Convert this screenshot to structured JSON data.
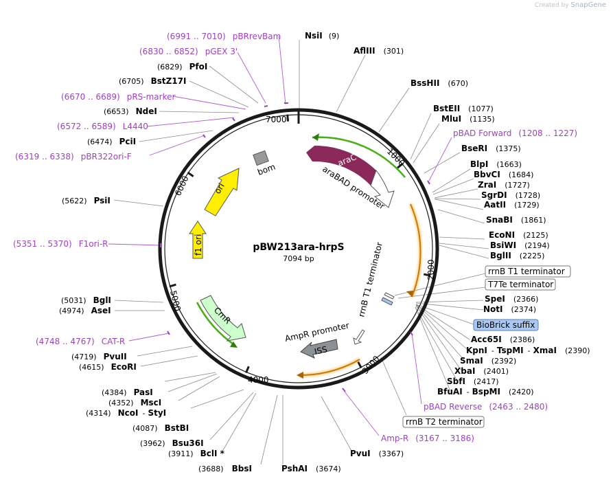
{
  "brand": {
    "created_by": "Created by",
    "product": "SnapGene"
  },
  "plasmid": {
    "name": "pBW213ara-hrpS",
    "size_label": "7094 bp"
  },
  "ticks": [
    "1000",
    "2000",
    "3000",
    "4000",
    "5000",
    "6000",
    "7000"
  ],
  "sites": [
    {
      "name": "NsiI",
      "pos": "(9)"
    },
    {
      "name": "AflIII",
      "pos": "(301)"
    },
    {
      "name": "BssHII",
      "pos": "(670)"
    },
    {
      "name": "BstEII",
      "pos": "(1077)"
    },
    {
      "name": "MluI",
      "pos": "(1135)"
    },
    {
      "name": "BseRI",
      "pos": "(1375)"
    },
    {
      "name": "BlpI",
      "pos": "(1663)"
    },
    {
      "name": "BbvCI",
      "pos": "(1684)"
    },
    {
      "name": "ZraI",
      "pos": "(1727)"
    },
    {
      "name": "SgrDI",
      "pos": "(1728)"
    },
    {
      "name": "AatII",
      "pos": "(1729)"
    },
    {
      "name": "SnaBI",
      "pos": "(1861)"
    },
    {
      "name": "EcoNI",
      "pos": "(2125)"
    },
    {
      "name": "BsiWI",
      "pos": "(2194)"
    },
    {
      "name": "BglII",
      "pos": "(2225)"
    },
    {
      "name": "SpeI",
      "pos": "(2366)"
    },
    {
      "name": "NotI",
      "pos": "(2374)"
    },
    {
      "name": "Acc65I",
      "pos": "(2386)"
    },
    {
      "name": "KpnI",
      "pos": ""
    },
    {
      "name": "TspMI",
      "pos": ""
    },
    {
      "name": "XmaI",
      "pos": "(2390)"
    },
    {
      "name": "SmaI",
      "pos": "(2392)"
    },
    {
      "name": "XbaI",
      "pos": "(2401)"
    },
    {
      "name": "SbfI",
      "pos": "(2417)"
    },
    {
      "name": "BfuAI",
      "pos": ""
    },
    {
      "name": "BspMI",
      "pos": "(2420)"
    },
    {
      "name": "PvuI",
      "pos": "(3367)"
    },
    {
      "name": "PshAI",
      "pos": "(3674)"
    },
    {
      "name": "BbsI",
      "pos": "(3688)"
    },
    {
      "name": "BclI *",
      "pos": "(3911)"
    },
    {
      "name": "Bsu36I",
      "pos": "(3962)"
    },
    {
      "name": "BstBI",
      "pos": "(4087)"
    },
    {
      "name": "NcoI",
      "pos": "(4314)"
    },
    {
      "name": "StyI",
      "pos": ""
    },
    {
      "name": "MscI",
      "pos": "(4352)"
    },
    {
      "name": "PasI",
      "pos": "(4384)"
    },
    {
      "name": "EcoRI",
      "pos": "(4615)"
    },
    {
      "name": "PvuII",
      "pos": "(4719)"
    },
    {
      "name": "AseI",
      "pos": "(4974)"
    },
    {
      "name": "BglI",
      "pos": "(5031)"
    },
    {
      "name": "PsiI",
      "pos": "(5622)"
    },
    {
      "name": "PciI",
      "pos": "(6474)"
    },
    {
      "name": "NdeI",
      "pos": "(6653)"
    },
    {
      "name": "BstZ17I",
      "pos": "(6705)"
    },
    {
      "name": "PfoI",
      "pos": "(6829)"
    }
  ],
  "primers": [
    {
      "range": "(6991 .. 7010)",
      "name": "pBRrevBam"
    },
    {
      "range": "(6830 .. 6852)",
      "name": "pGEX 3'"
    },
    {
      "range": "(6670 .. 6689)",
      "name": "pRS-marker"
    },
    {
      "range": "(6572 .. 6589)",
      "name": "L4440"
    },
    {
      "range": "(6319 .. 6338)",
      "name": "pBR322ori-F"
    },
    {
      "range": "(5351 .. 5370)",
      "name": "F1ori-R"
    },
    {
      "range": "(4748 .. 4767)",
      "name": "CAT-R"
    },
    {
      "range": "(1208 .. 1227)",
      "name": "pBAD Forward"
    },
    {
      "range": "(2463 .. 2480)",
      "name": "pBAD Reverse"
    },
    {
      "range": "(3167 .. 3186)",
      "name": "Amp-R"
    }
  ],
  "boxed": [
    "rrnB T1 terminator",
    "T7Te terminator",
    "BioBrick suffix",
    "rrnB T2 terminator"
  ],
  "features": [
    "araC",
    "araBAD promoter",
    "rrnB T1 terminator",
    "AmpR promoter",
    "ISS",
    "CmR",
    "f1 ori",
    "ori",
    "bom"
  ],
  "separator": "-",
  "colors": {
    "backbone": "#1a1a1a",
    "primer": "#9f3fc3",
    "araC": "#8b2a5a",
    "orange_orf": "#f5a623",
    "green_orf": "#4caf1a",
    "ori": "#ffee00",
    "cmR": "#ccffcc",
    "bom": "#999999",
    "iss": "#8c9196",
    "biobrick_fill": "#a9c8f5"
  }
}
